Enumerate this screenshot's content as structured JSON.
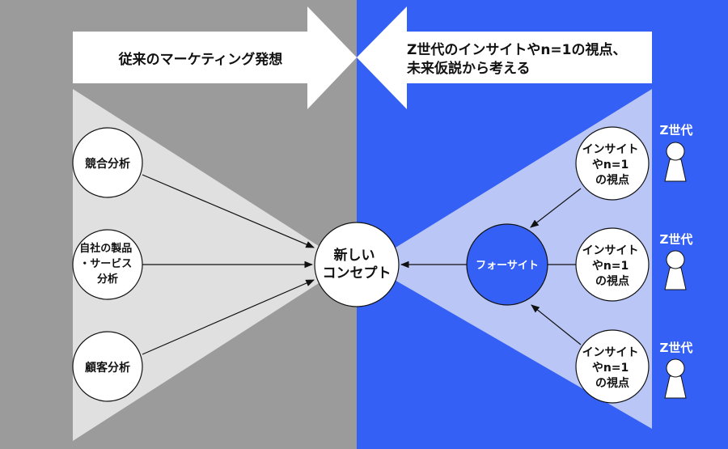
{
  "colors": {
    "left_bg": "#9b9b9b",
    "right_bg": "#3560f5",
    "left_fan": "#e0e0e0",
    "right_fan": "#b9c6f6"
  },
  "left_arrow": {
    "label": "従来のマーケティング発想"
  },
  "right_arrow": {
    "line1": "Z世代のインサイトやn=1の視点、",
    "line2": "未来仮説から考える"
  },
  "left_nodes": [
    {
      "lines": [
        "競合分析"
      ]
    },
    {
      "lines": [
        "自社の製品",
        "・サービス",
        "分析"
      ]
    },
    {
      "lines": [
        "顧客分析"
      ]
    }
  ],
  "center_node": {
    "lines": [
      "新しい",
      "コンセプト"
    ]
  },
  "foresight_node": {
    "label": "フォーサイト"
  },
  "insight_nodes": [
    {
      "lines": [
        "インサイト",
        "やn=1",
        "の視点"
      ]
    },
    {
      "lines": [
        "インサイト",
        "やn=1",
        "の視点"
      ]
    },
    {
      "lines": [
        "インサイト",
        "やn=1",
        "の視点"
      ]
    }
  ],
  "persons": [
    {
      "label": "Z世代"
    },
    {
      "label": "Z世代"
    },
    {
      "label": "Z世代"
    }
  ]
}
